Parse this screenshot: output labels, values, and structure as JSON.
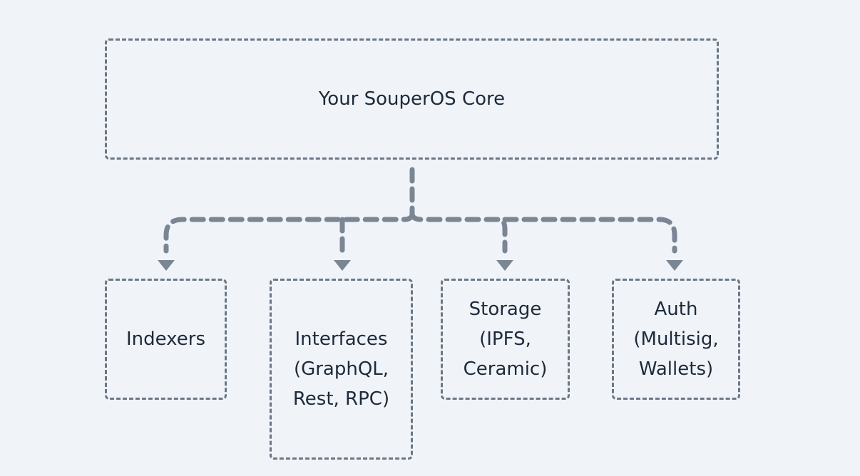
{
  "diagram": {
    "core": {
      "label": "Your SouperOS Core"
    },
    "children": [
      {
        "key": "indexers",
        "label": "Indexers"
      },
      {
        "key": "interfaces",
        "label": "Interfaces\n(GraphQL,\nRest, RPC)"
      },
      {
        "key": "storage",
        "label": "Storage\n(IPFS,\nCeramic)"
      },
      {
        "key": "auth",
        "label": "Auth\n(Multisig,\nWallets)"
      }
    ],
    "colors": {
      "background": "#f0f4f8",
      "border": "#6b7785",
      "connector": "#7a8694",
      "text": "#1e2a3a"
    }
  }
}
